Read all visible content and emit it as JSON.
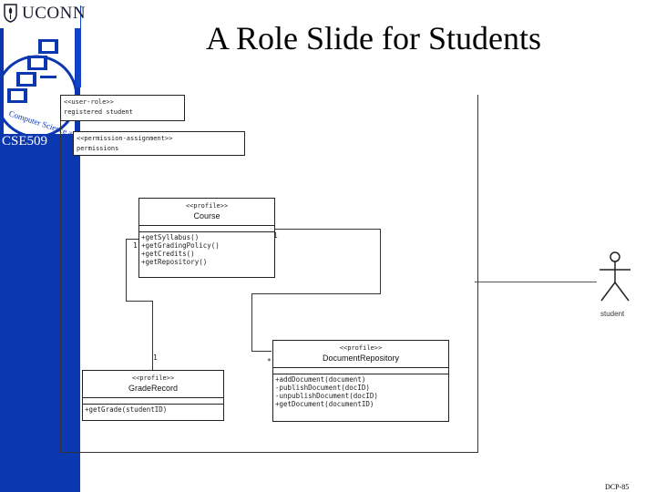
{
  "header": {
    "logo_text": "UCONN",
    "course_code": "CSE509",
    "seal_ring_text": "Computer Science and Engineering",
    "title": "A Role Slide for Students"
  },
  "footer": {
    "slide_number": "DCP-85"
  },
  "diagram": {
    "user_role": {
      "stereotype": "<<user-role>>",
      "name": "registered student"
    },
    "permission": {
      "stereotype": "<<permission-assignment>>",
      "name": "permissions"
    },
    "course": {
      "stereotype": "<<profile>>",
      "name": "Course",
      "operations": [
        "+getSyllabus()",
        "+getGradingPolicy()",
        "+getCredits()",
        "+getRepository()"
      ]
    },
    "grade_record": {
      "stereotype": "<<profile>>",
      "name": "GradeRecord",
      "operations": [
        "+getGrade(studentID)"
      ]
    },
    "document_repository": {
      "stereotype": "<<profile>>",
      "name": "DocumentRepository",
      "operations": [
        "+addDocument(document)",
        "-publishDocument(docID)",
        "-unpublishDocument(docID)",
        "+getDocument(documentID)"
      ]
    },
    "multiplicities": {
      "course_right": "1",
      "course_left": "1",
      "grade_top": "1",
      "repo_top": "*"
    },
    "actor": {
      "name": "student"
    }
  }
}
